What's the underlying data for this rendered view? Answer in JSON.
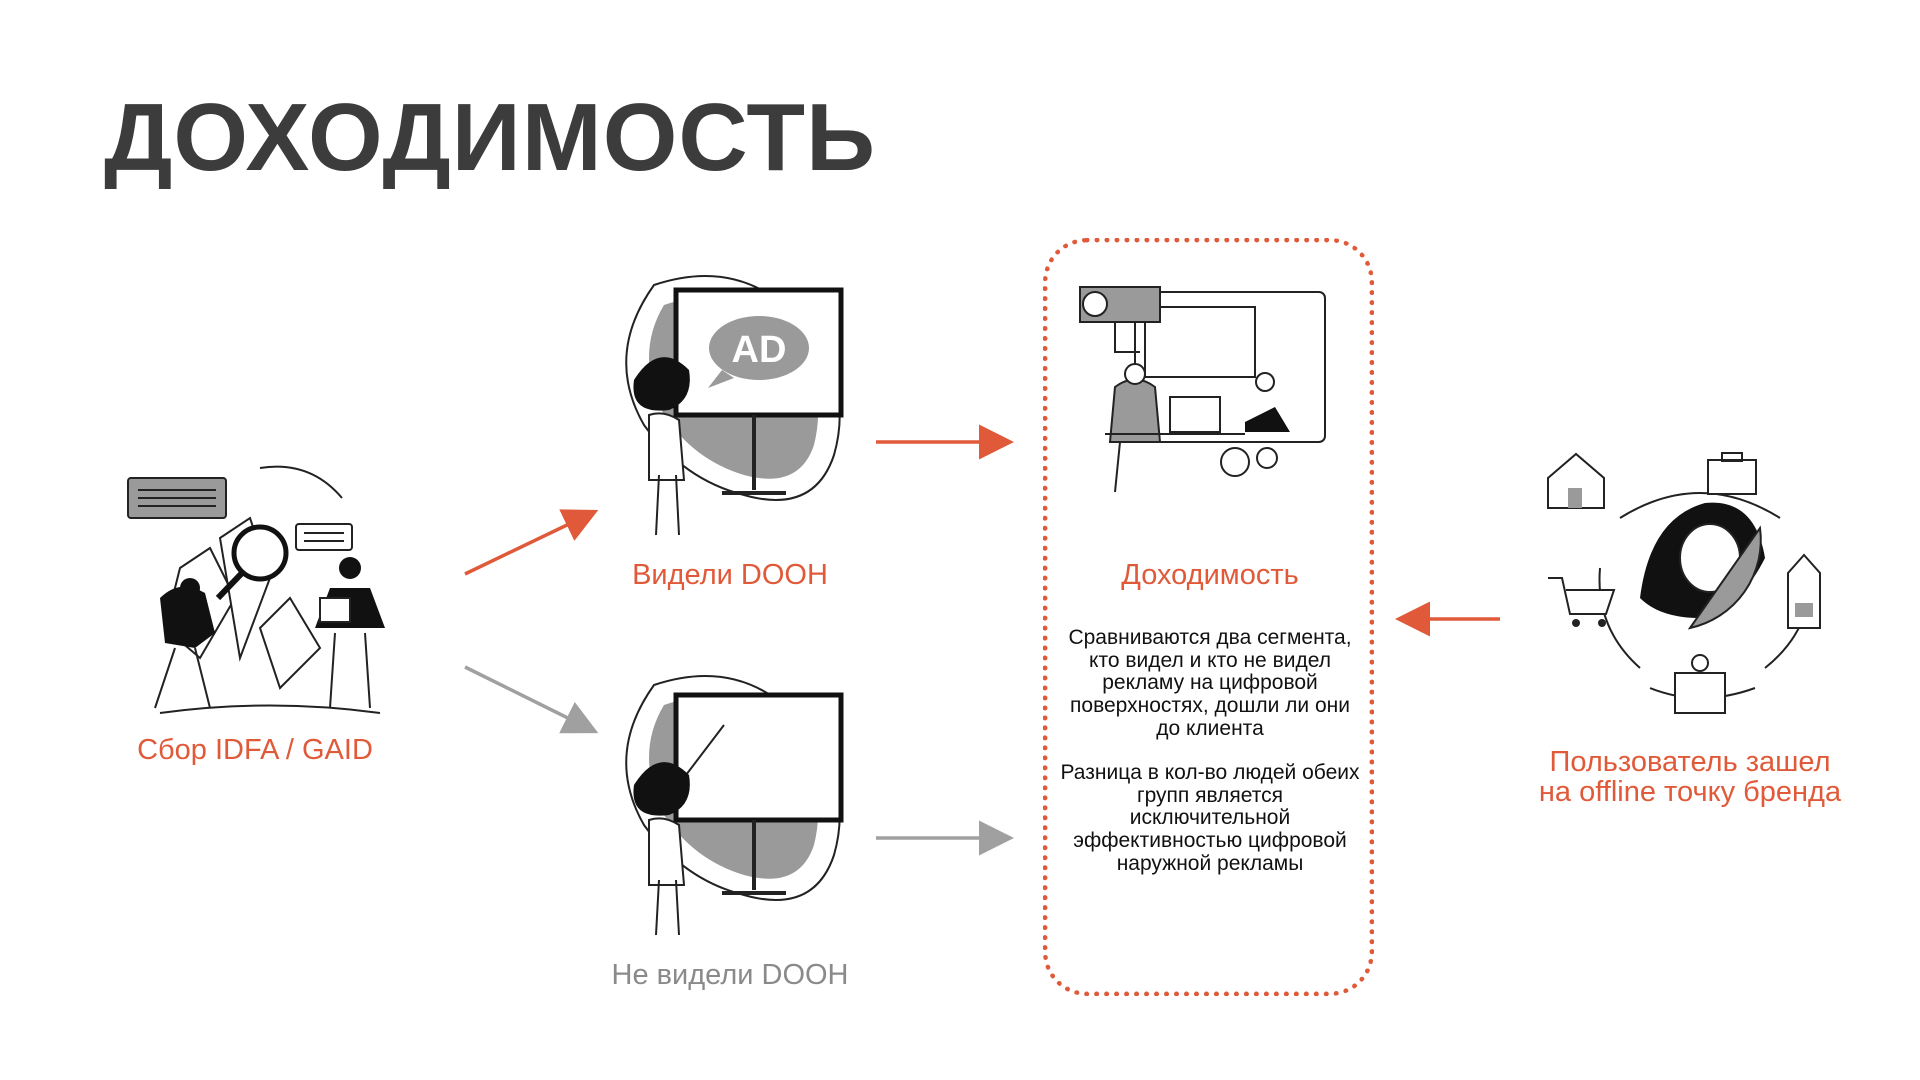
{
  "title": "ДОХОДИМОСТЬ",
  "nodes": {
    "collect": {
      "label": "Сбор IDFA / GAID",
      "icon": "people-crystals-magnifier-icon"
    },
    "seen": {
      "label": "Видели DOOH",
      "icon": "woman-billboard-ad-icon",
      "ad_text": "AD"
    },
    "not_seen": {
      "label": "Не видели DOOH",
      "icon": "woman-empty-billboard-icon"
    },
    "reach": {
      "label": "Доходимость",
      "icon": "analytics-camera-workspace-icon",
      "paragraph1": "Сравниваются два сегмента, кто видел и кто не видел рекламу на цифровой поверхностях, дошли ли они до клиента",
      "paragraph2": "Разница в кол-во людей обеих групп является исключительной эффективностью цифровой наружной рекламы"
    },
    "offline": {
      "label_line1": "Пользователь зашел",
      "label_line2": "на offline точку бренда",
      "icon": "woman-offline-places-icon"
    }
  },
  "colors": {
    "accent": "#e05a3a",
    "muted": "#8a8a8a",
    "title": "#3c3c3c",
    "fill_grey": "#9a9a9a"
  }
}
